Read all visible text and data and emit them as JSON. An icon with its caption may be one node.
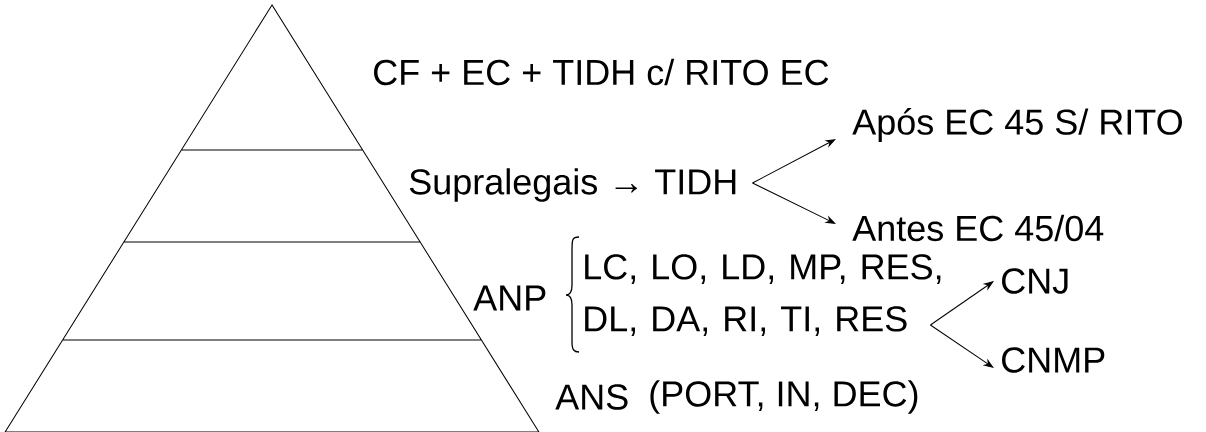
{
  "diagram": {
    "nodes": [
      {
        "text": [
          "Supralegais → TIDH"
        ]
      },
      {
        "text": [
          "Após EC 45 S/ RITO"
        ]
      },
      {
        "text": [
          "Antes EC 45/04"
        ]
      },
      {
        "text": [
          "LC, LO, LD, MP, RES, DL, DA, RI, TI, RES"
        ]
      },
      {
        "text": [
          "CNJ"
        ]
      },
      {
        "text": [
          "CNMP"
        ]
      }
    ],
    "edges": [
      {
        "from": 0,
        "to": 1,
        "arrow": "to"
      },
      {
        "from": 0,
        "to": 2,
        "arrow": "to"
      },
      {
        "from": 3,
        "to": 4,
        "arrow": "to"
      },
      {
        "from": 3,
        "to": 5,
        "arrow": "to"
      }
    ],
    "labels": [
      "CF + EC + TIDH c/ RITO EC",
      "ANP",
      "ANS",
      "(PORT, IN, DEC)"
    ]
  }
}
